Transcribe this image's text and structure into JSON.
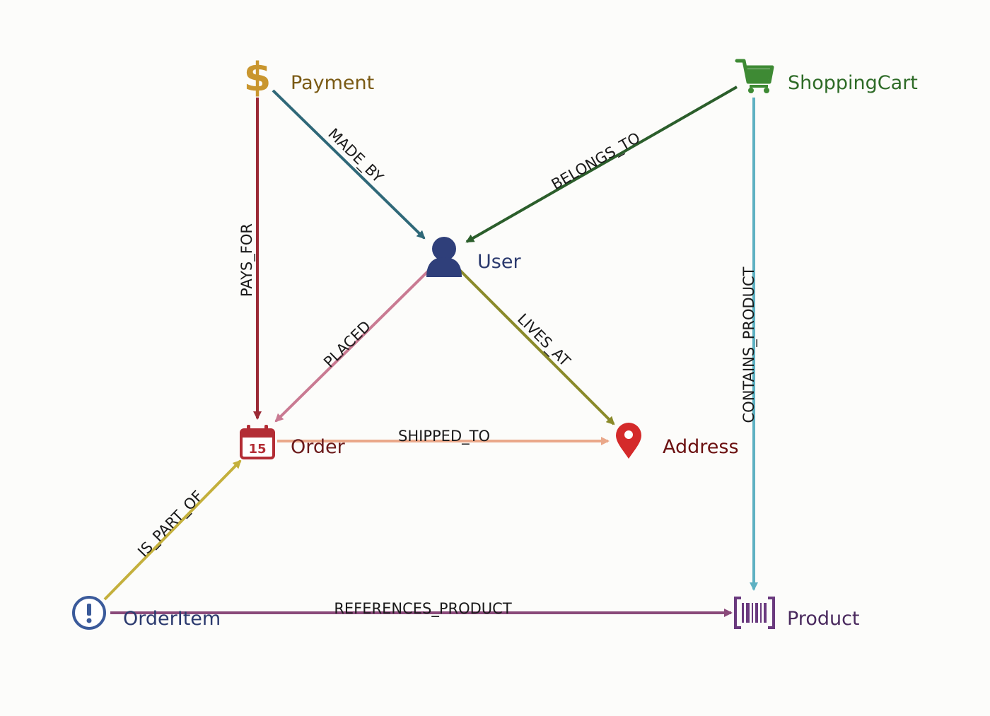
{
  "nodes": {
    "payment": {
      "label": "Payment",
      "color": "#7a5a14",
      "icon": "dollar-icon",
      "icon_color": "#c9962e"
    },
    "shopping_cart": {
      "label": "ShoppingCart",
      "color": "#2e6b27",
      "icon": "cart-icon",
      "icon_color": "#3e8a34"
    },
    "user": {
      "label": "User",
      "color": "#2b3a6e",
      "icon": "person-icon",
      "icon_color": "#2f3f7a"
    },
    "order": {
      "label": "Order",
      "color": "#6b1a1a",
      "icon": "calendar-icon",
      "icon_color": "#b32d35",
      "icon_text": "15"
    },
    "address": {
      "label": "Address",
      "color": "#6b1010",
      "icon": "map-pin-icon",
      "icon_color": "#d42a2a"
    },
    "order_item": {
      "label": "OrderItem",
      "color": "#2b3a6e",
      "icon": "exclamation-circle-icon",
      "icon_color": "#3a5a9a"
    },
    "product": {
      "label": "Product",
      "color": "#4a2a5e",
      "icon": "barcode-icon",
      "icon_color": "#6a3a7e"
    }
  },
  "edges": {
    "pays_for": {
      "label": "PAYS_FOR",
      "color": "#9b2a35"
    },
    "made_by": {
      "label": "MADE_BY",
      "color": "#2f6878"
    },
    "belongs_to": {
      "label": "BELONGS_TO",
      "color": "#2b5e2b"
    },
    "contains_product": {
      "label": "CONTAINS_PRODUCT",
      "color": "#5eb1c2"
    },
    "placed": {
      "label": "PLACED",
      "color": "#c97a92"
    },
    "lives_at": {
      "label": "LIVES_AT",
      "color": "#8a8a2a"
    },
    "shipped_to": {
      "label": "SHIPPED_TO",
      "color": "#eaa88a"
    },
    "is_part_of": {
      "label": "IS_PART_OF",
      "color": "#c4b03c"
    },
    "references_product": {
      "label": "REFERENCES_PRODUCT",
      "color": "#8a4a7a"
    }
  }
}
